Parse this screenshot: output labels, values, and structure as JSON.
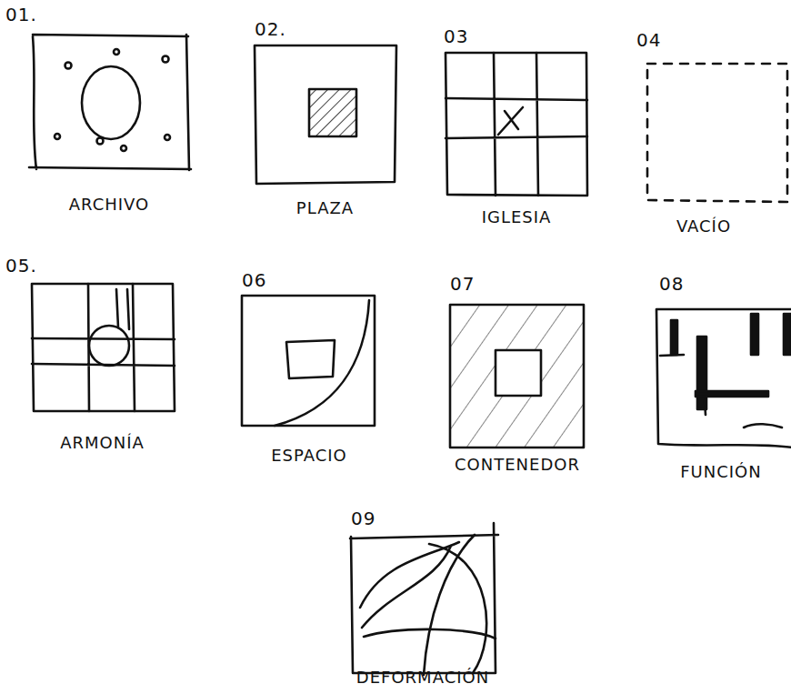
{
  "diagram": {
    "labels": [
      "01.",
      "ARCHIVO",
      "02.",
      "PLAZA",
      "03",
      "IGLESIA",
      "04",
      "VACÍO",
      "05.",
      "ARMONÍA",
      "06",
      "ESPACIO",
      "07",
      "CONTENEDOR",
      "08",
      "FUNCIÓN",
      "09",
      "DEFORMACIÓN"
    ]
  }
}
